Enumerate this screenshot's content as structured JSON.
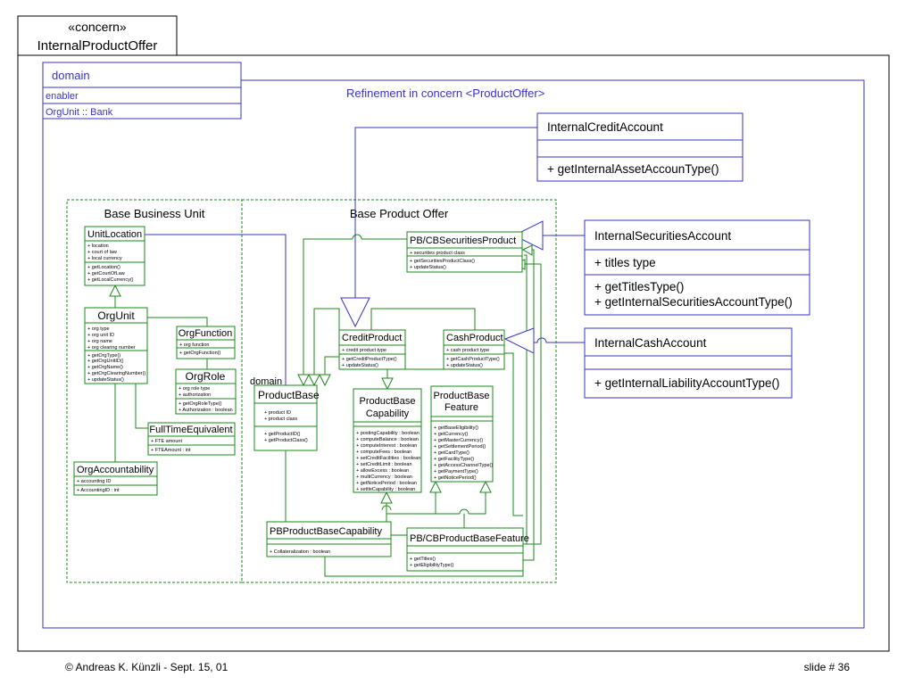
{
  "header": {
    "stereotype": "«concern»",
    "title": "InternalProductOffer"
  },
  "domain_box": {
    "name": "domain",
    "enabler": "enabler",
    "orgunit": "OrgUnit :: Bank",
    "refinement": "Refinement in concern <ProductOffer>"
  },
  "packages": {
    "business_unit": "Base Business Unit",
    "product_offer": "Base Product Offer",
    "domain_label": "domain"
  },
  "classes": {
    "unit_location": {
      "name": "UnitLocation",
      "attrs": [
        "+ location",
        "+ court of law",
        "+ local currency"
      ],
      "ops": [
        "+ getLocation()",
        "+ getCourtOfLaw",
        "+ getLocalCurrency()"
      ]
    },
    "org_unit": {
      "name": "OrgUnit",
      "attrs": [
        "+ org type",
        "+ org unit ID",
        "+ org name",
        "+ org clearing number"
      ],
      "ops": [
        "+ getOrgType()",
        "+ getOrgUnitID()",
        "+ getOrgName()",
        "+ getOrgClearingNumber()",
        "+ updateStatus()"
      ]
    },
    "org_function": {
      "name": "OrgFunction",
      "attrs": [
        "+ org function"
      ],
      "ops": [
        "+ getOrgFunction()"
      ]
    },
    "org_role": {
      "name": "OrgRole",
      "attrs": [
        "+ org role type",
        "+ authorization"
      ],
      "ops": [
        "+ getOrgRoleType()",
        "+ Authorization : boolean"
      ]
    },
    "full_time": {
      "name": "FullTimeEquivalent",
      "attrs": [
        "+ FTE amount"
      ],
      "ops": [
        "+ FTEAmount : int"
      ]
    },
    "org_accountability": {
      "name": "OrgAccountability",
      "attrs": [
        "+ accounting ID"
      ],
      "ops": [
        "+ AccountingID : int"
      ]
    },
    "pb_cb_securities": {
      "name": "PB/CBSecuritiesProduct",
      "attrs": [
        "+ securities product class"
      ],
      "ops": [
        "+ getSecuritiesProductClass()",
        "+ updateStatus()"
      ]
    },
    "credit_product": {
      "name": "CreditProduct",
      "attrs": [
        "+ credit product type"
      ],
      "ops": [
        "+ getCreditProductType()",
        "+ updateStatus()"
      ]
    },
    "cash_product": {
      "name": "CashProduct",
      "attrs": [
        "+ cash product type"
      ],
      "ops": [
        "+ getCashProductType()",
        "+ updateStatus()"
      ]
    },
    "product_base": {
      "name": "ProductBase",
      "attrs": [
        "+ product ID",
        "+ product class"
      ],
      "ops": [
        "+ getProductID()",
        "+ getProductClass()"
      ]
    },
    "pb_capability": {
      "name_l1": "ProductBase",
      "name_l2": "Capability",
      "attrs": [],
      "ops": [
        "+ postingCapability : boolean",
        "+ computeBalance : boolean",
        "+ computeInterest : boolean",
        "+ computeFees : boolean",
        "+ setCreditFacilities : boolean",
        "+ setCreditLimit : boolean",
        "+ allowExcess : boolean",
        "+ multiCurrency : boolean",
        "+ getNoticePeriod : boolean",
        "+ settleCapability : boolean"
      ]
    },
    "pb_feature": {
      "name_l1": "ProductBase",
      "name_l2": "Feature",
      "attrs": [],
      "ops": [
        "+ getBaseEligibility()",
        "+ getCurrency()",
        "+ getMasterCurrency()",
        "+ getSettlementPeriod()",
        "+ getCardType()",
        "+ getFacilityType()",
        "+ getAccessChannelType()",
        "+ getPaymentType()",
        "+ getNoticePeriod()"
      ]
    },
    "pb_product_base_capability": {
      "name": "PBProductBaseCapability",
      "attrs": [],
      "ops": [
        "+ Collateralization : boolean"
      ]
    },
    "pb_cb_feature": {
      "name": "PB/CBProductBaseFeature",
      "attrs": [],
      "ops": [
        "+ getTitles()",
        "+ getEligibilityType()"
      ]
    },
    "internal_credit": {
      "name": "InternalCreditAccount",
      "attrs": [],
      "ops": [
        "+ getInternalAssetAccounType()"
      ]
    },
    "internal_securities": {
      "name": "InternalSecuritiesAccount",
      "attrs": [
        "+ titles type"
      ],
      "ops": [
        "+ getTitlesType()",
        "+ getInternalSecuritiesAccountType()"
      ]
    },
    "internal_cash": {
      "name": "InternalCashAccount",
      "attrs": [],
      "ops": [
        "+ getInternalLiabilityAccountType()"
      ]
    }
  },
  "footer": {
    "author": "© Andreas K. Künzli - Sept. 15, 01",
    "slide": "slide # 36"
  },
  "colors": {
    "blue": "#3535c8",
    "green": "#1a8a1a",
    "black": "#000000"
  }
}
